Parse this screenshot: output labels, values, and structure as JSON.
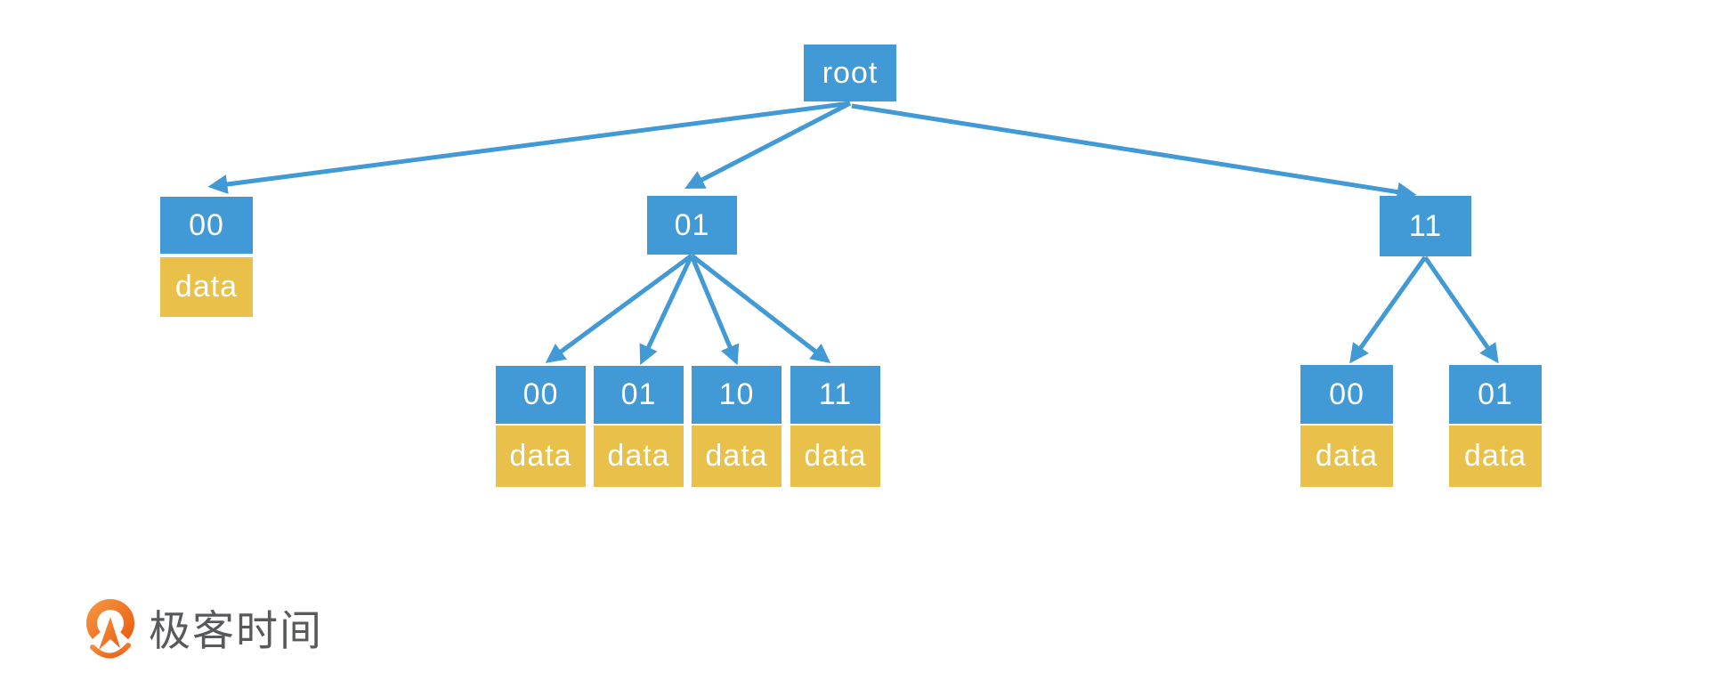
{
  "colors": {
    "node_blue": "#4199D6",
    "data_yellow": "#E9C04A",
    "arrow_blue": "#4199D6",
    "logo_orange_light": "#F5923F",
    "logo_orange_dark": "#EB5E12",
    "logo_text_gray": "#58595B"
  },
  "tree": {
    "root": {
      "label": "root"
    },
    "level1": [
      {
        "label": "00",
        "data_label": "data"
      },
      {
        "label": "01"
      },
      {
        "label": "11"
      }
    ],
    "children_of_01": [
      {
        "label": "00",
        "data_label": "data"
      },
      {
        "label": "01",
        "data_label": "data"
      },
      {
        "label": "10",
        "data_label": "data"
      },
      {
        "label": "11",
        "data_label": "data"
      }
    ],
    "children_of_11": [
      {
        "label": "00",
        "data_label": "data"
      },
      {
        "label": "01",
        "data_label": "data"
      }
    ]
  },
  "logo": {
    "icon": "geektime-pin-icon",
    "text": "极客时间"
  }
}
